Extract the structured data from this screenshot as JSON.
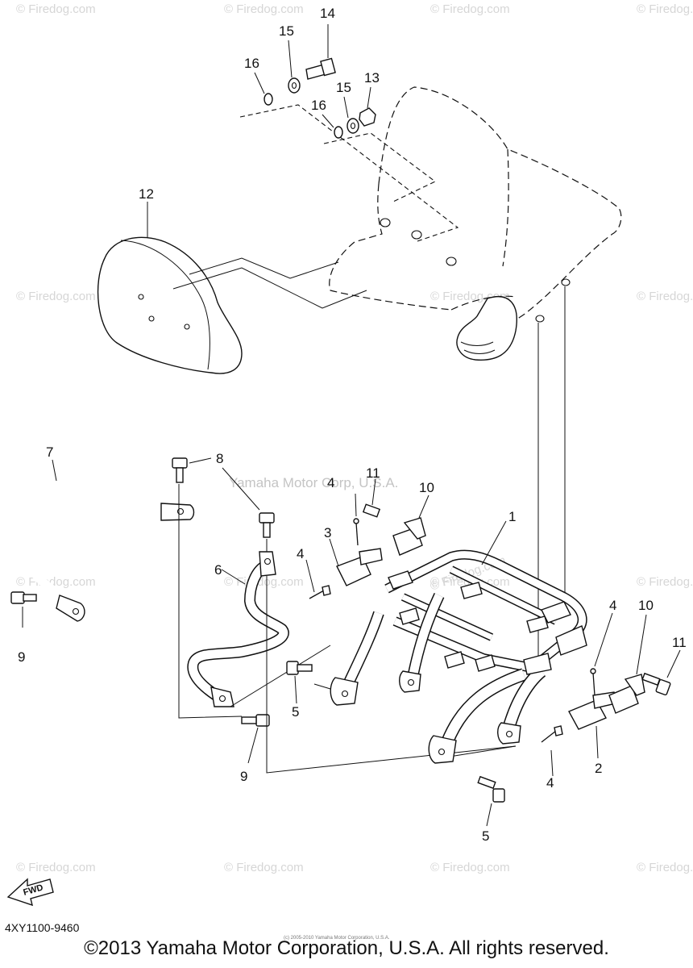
{
  "watermarks": {
    "site": "© Firedog.com",
    "center": "Yamaha Motor Corp, U.S.A.",
    "frame": "© Firedog.com"
  },
  "labels": {
    "p1": "1",
    "p2": "2",
    "p3": "3",
    "p4a": "4",
    "p4b": "4",
    "p4c": "4",
    "p4d": "4",
    "p5a": "5",
    "p5b": "5",
    "p6": "6",
    "p7": "7",
    "p8": "8",
    "p9a": "9",
    "p9b": "9",
    "p10a": "10",
    "p10b": "10",
    "p11a": "11",
    "p11b": "11",
    "p12": "12",
    "p13": "13",
    "p14": "14",
    "p15a": "15",
    "p15b": "15",
    "p16a": "16",
    "p16b": "16"
  },
  "fwd": "FWD",
  "ref_code": "4XY1100-9460",
  "copyright": "©2013 Yamaha Motor Corporation, U.S.A. All rights reserved.",
  "tiny_credit": "(c) 2005-2010 Yamaha Motor Corporation, U.S.A."
}
